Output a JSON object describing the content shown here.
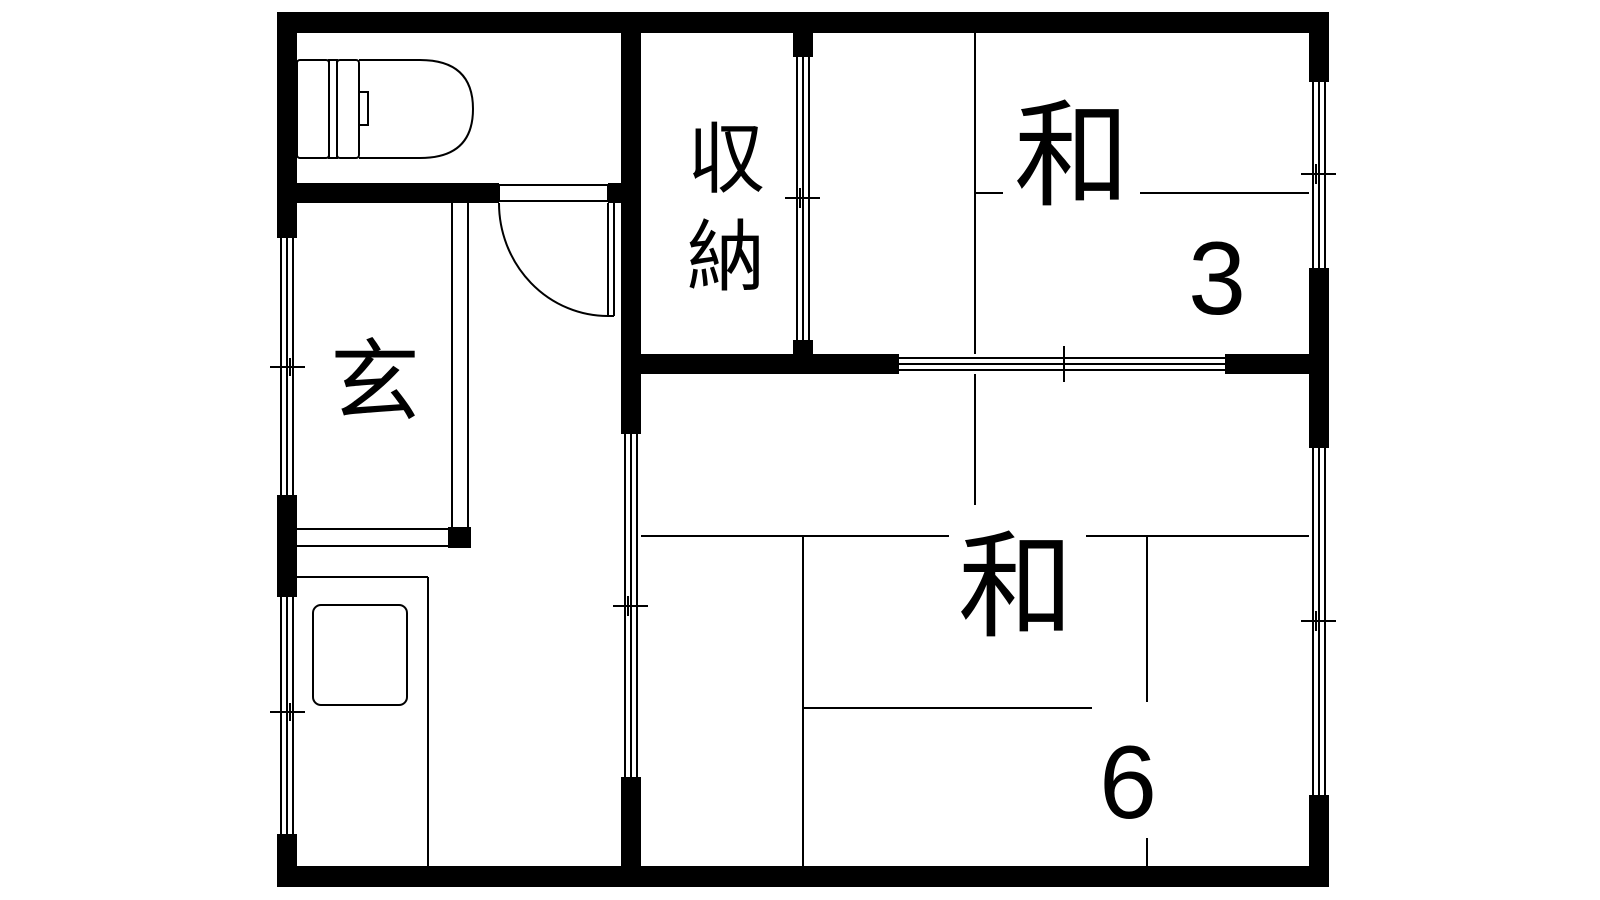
{
  "labels": {
    "storage_top": "収",
    "storage_bottom": "納",
    "entrance": "玄",
    "room_small_kind": "和",
    "room_small_size": "3",
    "room_large_kind": "和",
    "room_large_size": "6"
  },
  "colors": {
    "wall": "#000000",
    "line": "#000000",
    "background": "#ffffff"
  },
  "fixtures": [
    "toilet",
    "sink-tray",
    "swing-door",
    "sliding-windows",
    "tatami-mats"
  ]
}
